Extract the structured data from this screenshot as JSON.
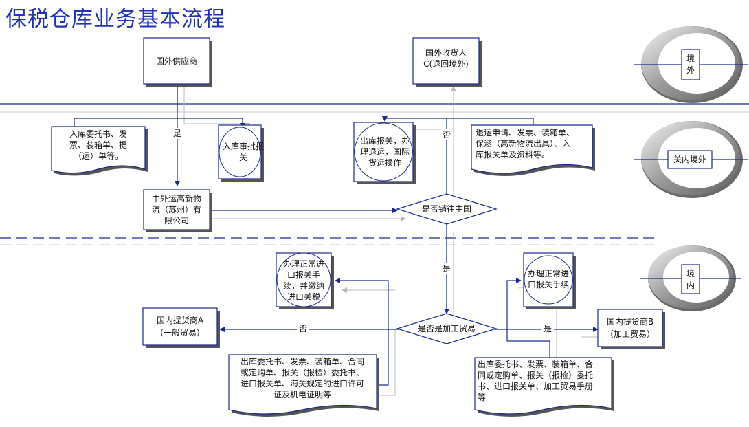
{
  "title": "保税仓库业务基本流程",
  "zones": {
    "outside": "境外",
    "bonded": "关内境外",
    "domestic": "境内"
  },
  "nodes": {
    "supplier": "国外供应商",
    "consignee": [
      "国外收货人",
      "C(退回境外)"
    ],
    "docs_inbound": [
      "入库委托书、发",
      "票、装箱单、提",
      "（运）单等。"
    ],
    "inbound_approval": [
      "入库审批报",
      "关"
    ],
    "outbound_return": [
      "出库报关，办",
      "理退运，国际",
      "货运操作"
    ],
    "return_docs": [
      "退运申请、发票、装箱单、",
      "保涵（高新物流出具）、入",
      "库报关单及资料等。"
    ],
    "company": [
      "中外运高新物",
      "流（苏州）有",
      "限公司"
    ],
    "decision_china": "是否销往中国",
    "normal_import_tax": [
      "办理正常进",
      "口报关手",
      "续，并缴纳",
      "进口关税"
    ],
    "normal_import": [
      "办理正常进",
      "口报关手续"
    ],
    "buyer_a": [
      "国内提货商A",
      "（一般贸易）"
    ],
    "decision_processing": "是否是加工贸易",
    "buyer_b": [
      "国内提货商B",
      "（加工贸易）"
    ],
    "docs_general": [
      "出库委托书、发票、装箱单、合同",
      "或定购单、报关（报检）委托书、",
      "进口报关单、海关规定的进口许可",
      "证及机电证明等"
    ],
    "docs_processing": [
      "出库委托书、发票、装箱单、合",
      "同或定购单、报关（报检）委托",
      "书、进口报关单、加工贸易手册",
      "等"
    ]
  },
  "labels": {
    "yes": "是",
    "no": "否"
  }
}
